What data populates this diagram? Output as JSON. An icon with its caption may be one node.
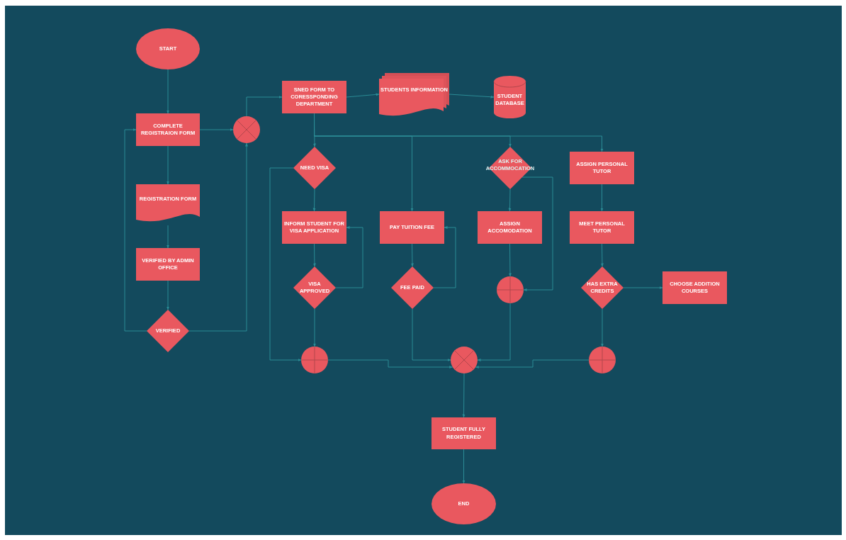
{
  "diagram": {
    "nodes": [
      {
        "text": [
          "START"
        ]
      },
      {
        "text": [
          "COMPLETE REGISTRAION FORM"
        ]
      },
      {
        "text": [
          "REGISTRATION FORM"
        ]
      },
      {
        "text": [
          "VERIFIED BY ADMIN OFFICE"
        ]
      },
      {
        "text": [
          "VERIFIED"
        ]
      },
      {
        "text": [],
        "shape": "circle"
      },
      {
        "text": [
          "SNED FORM TO CORESSPONDING DEPARTMENT"
        ]
      },
      {
        "text": [
          "STUDENTS INFORMATION"
        ]
      },
      {
        "text": [
          "STUDENT DATABASE"
        ]
      },
      {
        "text": [
          "NEED VISA"
        ]
      },
      {
        "text": [
          "INFORM STUDENT FOR VISA APPLICATION"
        ]
      },
      {
        "text": [
          "VISA APPROVED"
        ]
      },
      {
        "text": [
          "PAY TUITION FEE"
        ]
      },
      {
        "text": [
          "FEE PAID"
        ]
      },
      {
        "text": [
          "ASK FOR ACCOMMOCATION"
        ]
      },
      {
        "text": [
          "ASSIGN ACCOMODATION"
        ]
      },
      {
        "text": [],
        "shape": "circle"
      },
      {
        "text": [
          "ASSIGN PERSONAL TUTOR"
        ]
      },
      {
        "text": [
          "MEET PERSONAL TUTOR"
        ]
      },
      {
        "text": [
          "HAS EXTRA CREDITS"
        ]
      },
      {
        "text": [
          "CHOOSE ADDITION COURSES"
        ]
      },
      {
        "text": [],
        "shape": "circle"
      },
      {
        "text": [],
        "shape": "circle"
      },
      {
        "text": [],
        "shape": "circle"
      },
      {
        "text": [
          "STUDENT FULLY REGISTERED"
        ]
      },
      {
        "text": [
          "END"
        ]
      }
    ],
    "edges": [
      {
        "from": 0,
        "to": 1,
        "arrow": "to"
      },
      {
        "from": 1,
        "to": 2,
        "arrow": "to"
      },
      {
        "from": 2,
        "to": 3,
        "arrow": "to"
      },
      {
        "from": 3,
        "to": 4,
        "arrow": "to"
      },
      {
        "from": 4,
        "to": 1,
        "arrow": "to"
      },
      {
        "from": 4,
        "to": 5,
        "arrow": "to"
      },
      {
        "from": 1,
        "to": 5,
        "arrow": "to"
      },
      {
        "from": 5,
        "to": 6,
        "arrow": "to"
      },
      {
        "from": 6,
        "to": 7,
        "arrow": "to"
      },
      {
        "from": 7,
        "to": 8,
        "arrow": "to"
      },
      {
        "from": 6,
        "to": 9,
        "arrow": "to"
      },
      {
        "from": 6,
        "to": 12,
        "arrow": "to"
      },
      {
        "from": 6,
        "to": 14,
        "arrow": "to"
      },
      {
        "from": 6,
        "to": 17,
        "arrow": "to"
      },
      {
        "from": 9,
        "to": 10,
        "arrow": "to"
      },
      {
        "from": 9,
        "to": 21,
        "arrow": "to"
      },
      {
        "from": 10,
        "to": 11,
        "arrow": "to"
      },
      {
        "from": 11,
        "to": 10,
        "arrow": "to"
      },
      {
        "from": 11,
        "to": 21,
        "arrow": "to"
      },
      {
        "from": 12,
        "to": 13,
        "arrow": "to"
      },
      {
        "from": 13,
        "to": 12,
        "arrow": "to"
      },
      {
        "from": 13,
        "to": 22,
        "arrow": "to"
      },
      {
        "from": 14,
        "to": 15,
        "arrow": "to"
      },
      {
        "from": 14,
        "to": 16,
        "arrow": "to"
      },
      {
        "from": 15,
        "to": 16,
        "arrow": "to"
      },
      {
        "from": 16,
        "to": 22,
        "arrow": "to"
      },
      {
        "from": 17,
        "to": 18,
        "arrow": "to"
      },
      {
        "from": 18,
        "to": 19,
        "arrow": "to"
      },
      {
        "from": 19,
        "to": 20,
        "arrow": "to"
      },
      {
        "from": 19,
        "to": 23,
        "arrow": "to"
      },
      {
        "from": 21,
        "to": 22,
        "arrow": "to"
      },
      {
        "from": 23,
        "to": 22,
        "arrow": "to"
      },
      {
        "from": 22,
        "to": 24,
        "arrow": "to"
      },
      {
        "from": 24,
        "to": 25,
        "arrow": "to"
      }
    ]
  }
}
